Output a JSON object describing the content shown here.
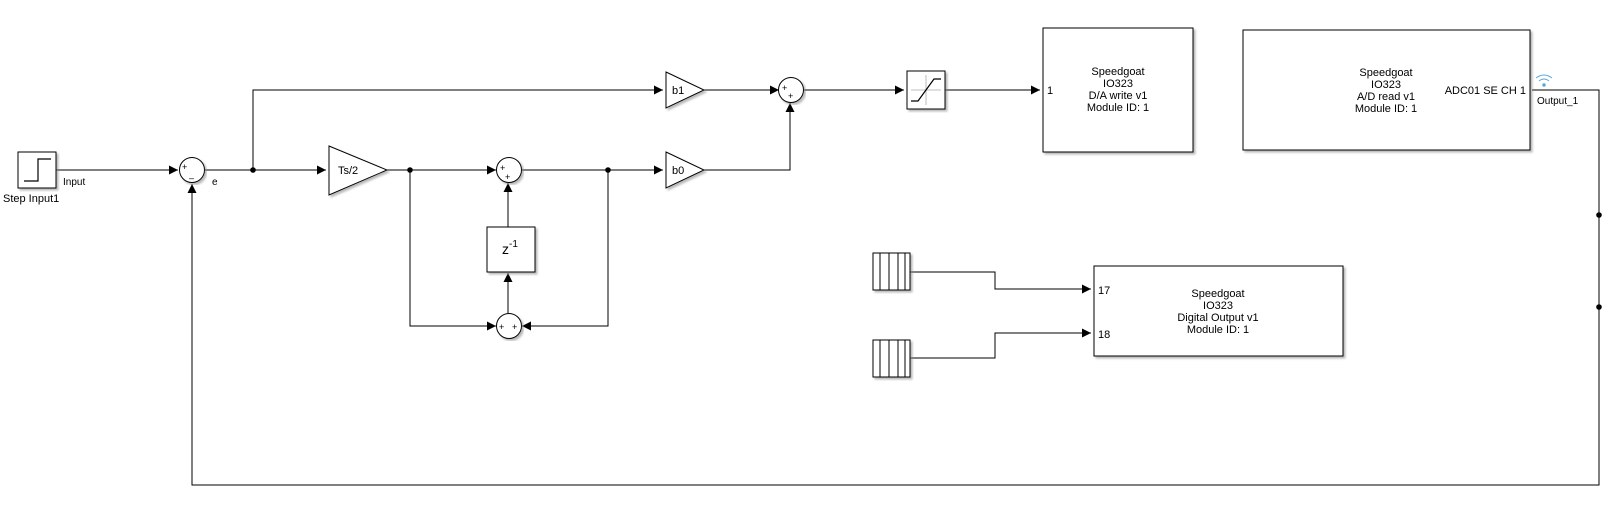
{
  "blocks": {
    "step": {
      "name": "Step Input1"
    },
    "sum_error": {
      "signs": [
        "+",
        "–"
      ]
    },
    "gain_ts2": {
      "label": "Ts/2"
    },
    "sum_integrator": {
      "signs": [
        "+",
        "+"
      ]
    },
    "unit_delay": {
      "label": "z",
      "exponent": "-1"
    },
    "sum_feedback": {
      "signs": [
        "+",
        "+"
      ]
    },
    "gain_b1": {
      "label": "b1"
    },
    "gain_b0": {
      "label": "b0"
    },
    "sum_output": {
      "signs": [
        "+",
        "+"
      ]
    },
    "da_write": {
      "lines": [
        "Speedgoat",
        "IO323",
        "D/A write v1",
        "Module ID: 1"
      ],
      "in_port": "1"
    },
    "ad_read": {
      "lines": [
        "Speedgoat",
        "IO323",
        "A/D read v1",
        "Module ID: 1"
      ],
      "out_port": "ADC01 SE CH 1"
    },
    "digital_out": {
      "lines": [
        "Speedgoat",
        "IO323",
        "Digital Output v1",
        "Module ID: 1"
      ],
      "in_ports": [
        "17",
        "18"
      ]
    }
  },
  "signals": {
    "input": "Input",
    "error": "e",
    "output": "Output_1"
  },
  "colors": {
    "line": "#000000",
    "block_fill": "#ffffff",
    "logging_icon": "#5aa5d8"
  }
}
